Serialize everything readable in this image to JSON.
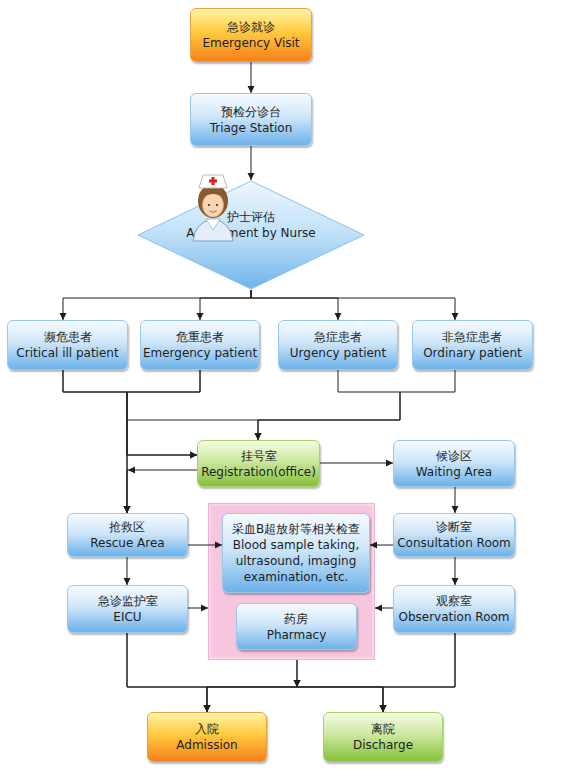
{
  "diagram": {
    "nodes": [
      {
        "text": [
          "急诊就诊",
          "Emergency Visit"
        ]
      },
      {
        "text": [
          "预检分诊台",
          "Triage Station"
        ]
      },
      {
        "text": [
          "护士评估",
          "Assessment by Nurse"
        ]
      },
      {
        "text": [
          "濒危患者",
          "Critical ill patient"
        ]
      },
      {
        "text": [
          "危重患者",
          "Emergency patient"
        ]
      },
      {
        "text": [
          "急症患者",
          "Urgency patient"
        ]
      },
      {
        "text": [
          "非急症患者",
          "Ordinary patient"
        ]
      },
      {
        "text": [
          "挂号室",
          "Registration(office)"
        ]
      },
      {
        "text": [
          "候诊区",
          "Waiting Area"
        ]
      },
      {
        "text": [
          "抢救区",
          "Rescue Area"
        ]
      },
      {
        "text": []
      },
      {
        "text": [
          "采血B超放射等相关检查",
          "Blood sample taking, ultrasound, imaging examination, etc."
        ],
        "in": 10
      },
      {
        "text": [
          "药房",
          "Pharmacy"
        ],
        "in": 10
      },
      {
        "text": [
          "诊断室",
          "Consultation Room"
        ]
      },
      {
        "text": [
          "急诊监护室",
          "EICU"
        ]
      },
      {
        "text": [
          "观察室",
          "Observation Room"
        ]
      },
      {
        "text": [
          "入院",
          "Admission"
        ]
      },
      {
        "text": [
          "离院",
          "Discharge"
        ]
      }
    ],
    "edges": [
      {
        "from": 0,
        "to": 1,
        "arrow": "to"
      },
      {
        "from": 1,
        "to": 2,
        "arrow": "to"
      },
      {
        "from": 2,
        "to": 3,
        "arrow": "to"
      },
      {
        "from": 2,
        "to": 4,
        "arrow": "to"
      },
      {
        "from": 2,
        "to": 5,
        "arrow": "to"
      },
      {
        "from": 2,
        "to": 6,
        "arrow": "to"
      },
      {
        "from": 3,
        "to": 9,
        "arrow": "to"
      },
      {
        "from": 4,
        "to": 9,
        "arrow": "to"
      },
      {
        "from": 3,
        "to": 7,
        "arrow": "to"
      },
      {
        "from": 4,
        "to": 7,
        "arrow": "to"
      },
      {
        "from": 5,
        "to": 7,
        "arrow": "to"
      },
      {
        "from": 6,
        "to": 7,
        "arrow": "to"
      },
      {
        "from": 7,
        "to": 9,
        "arrow": "to"
      },
      {
        "from": 7,
        "to": 8,
        "arrow": "to"
      },
      {
        "from": 8,
        "to": 13,
        "arrow": "to"
      },
      {
        "from": 9,
        "to": 14,
        "arrow": "to"
      },
      {
        "from": 9,
        "to": 11,
        "arrow": "to"
      },
      {
        "from": 13,
        "to": 11,
        "arrow": "to"
      },
      {
        "from": 13,
        "to": 15,
        "arrow": "to"
      },
      {
        "from": 14,
        "to": 10,
        "arrow": "to"
      },
      {
        "from": 15,
        "to": 10,
        "arrow": "to"
      },
      {
        "from": 10,
        "to": 16,
        "arrow": "to"
      },
      {
        "from": 10,
        "to": 17,
        "arrow": "to"
      },
      {
        "from": 14,
        "to": 16,
        "arrow": "to"
      },
      {
        "from": 14,
        "to": 17,
        "arrow": "to"
      },
      {
        "from": 15,
        "to": 16,
        "arrow": "to"
      },
      {
        "from": 15,
        "to": 17,
        "arrow": "to"
      }
    ]
  }
}
